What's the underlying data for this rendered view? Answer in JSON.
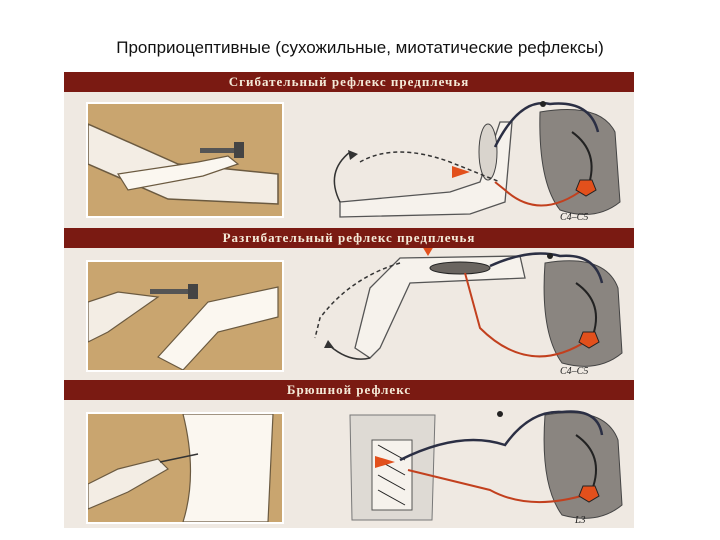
{
  "page": {
    "title": "Проприоцептивные (сухожильные, миотатические  рефлексы)"
  },
  "panels": [
    {
      "heading": "Сгибательный рефлекс предплечья",
      "segment": "C4–C5"
    },
    {
      "heading": "Разгибательный рефлекс предплечья",
      "segment": "C4–C5"
    },
    {
      "heading": "Брюшной рефлекс",
      "segment": "L3"
    }
  ],
  "colors": {
    "band": "#7a1a12",
    "photo": "#c9a56f",
    "spinal": "#8a8580",
    "afferent": "#2b2f44",
    "efferent": "#c2401e",
    "marker": "#e2501c"
  }
}
